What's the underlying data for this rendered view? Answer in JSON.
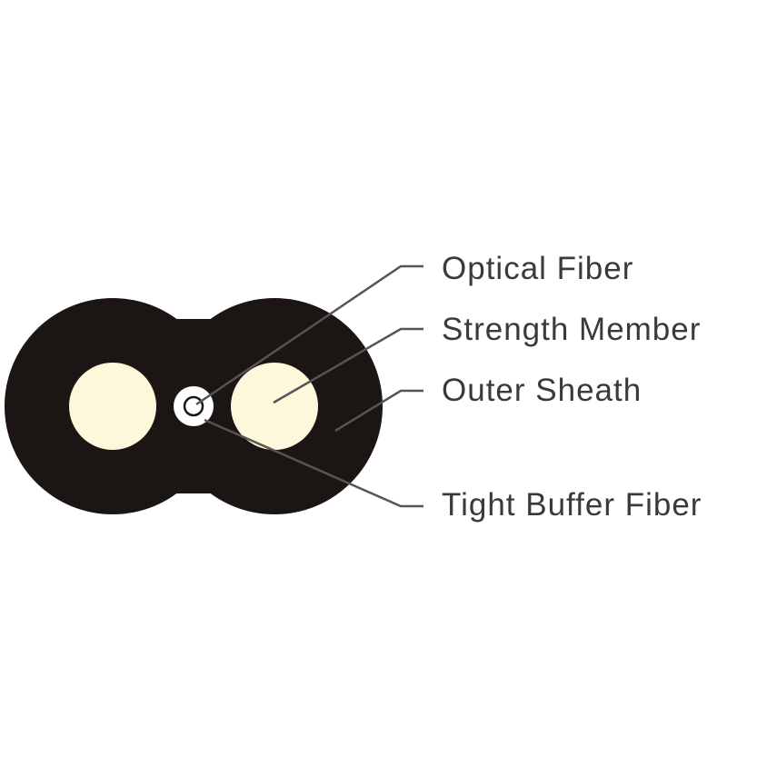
{
  "labels": {
    "optical_fiber": "Optical Fiber",
    "strength_member": "Strength Member",
    "outer_sheath": "Outer Sheath",
    "tight_buffer_fiber": "Tight Buffer Fiber"
  },
  "colors": {
    "sheath": "#1b1514",
    "strength_member": "#fdf8dc",
    "buffer": "#ffffff",
    "leader_line": "#555555",
    "text": "#3a3a3a"
  }
}
